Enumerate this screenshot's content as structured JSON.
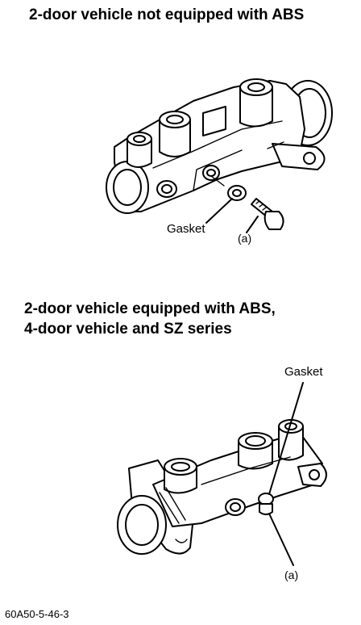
{
  "diagram": {
    "top": {
      "heading": "2-door vehicle not equipped with ABS",
      "gasket_label": "Gasket",
      "part_label": "(a)"
    },
    "bottom": {
      "heading_line1": "2-door vehicle equipped with ABS,",
      "heading_line2": "4-door vehicle and SZ series",
      "gasket_label": "Gasket",
      "part_label": "(a)"
    },
    "caption": "60A50-5-46-3"
  }
}
